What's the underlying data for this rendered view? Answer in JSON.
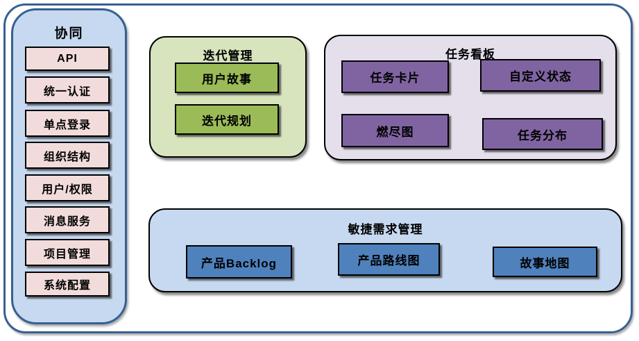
{
  "groups": {
    "collaboration": {
      "title": "协同",
      "items": [
        {
          "label": "API"
        },
        {
          "label": "统一认证"
        },
        {
          "label": "单点登录"
        },
        {
          "label": "组织结构"
        },
        {
          "label": "用户/权限"
        },
        {
          "label": "消息服务"
        },
        {
          "label": "项目管理"
        },
        {
          "label": "系统配置"
        }
      ]
    },
    "iteration": {
      "title": "迭代管理",
      "items": [
        {
          "label": "用户故事"
        },
        {
          "label": "迭代规划"
        }
      ]
    },
    "taskboard": {
      "title": "任务看板",
      "items": [
        {
          "label": "任务卡片"
        },
        {
          "label": "自定义状态"
        },
        {
          "label": "燃尽图"
        },
        {
          "label": "任务分布"
        }
      ]
    },
    "agile_requirements": {
      "title": "敏捷需求管理",
      "items": [
        {
          "label": "产品Backlog"
        },
        {
          "label": "产品路线图"
        },
        {
          "label": "故事地图"
        }
      ]
    }
  },
  "colors": {
    "frame_border": "#376092",
    "panel_light_blue": "#c6d9f0",
    "item_pink": "#f2dcdb",
    "panel_light_green": "#d7e4bd",
    "item_green": "#9bbb59",
    "panel_lavender": "#e5dfec",
    "item_purple": "#8064a2",
    "item_blue": "#4f81bd",
    "box_border": "#000000"
  }
}
